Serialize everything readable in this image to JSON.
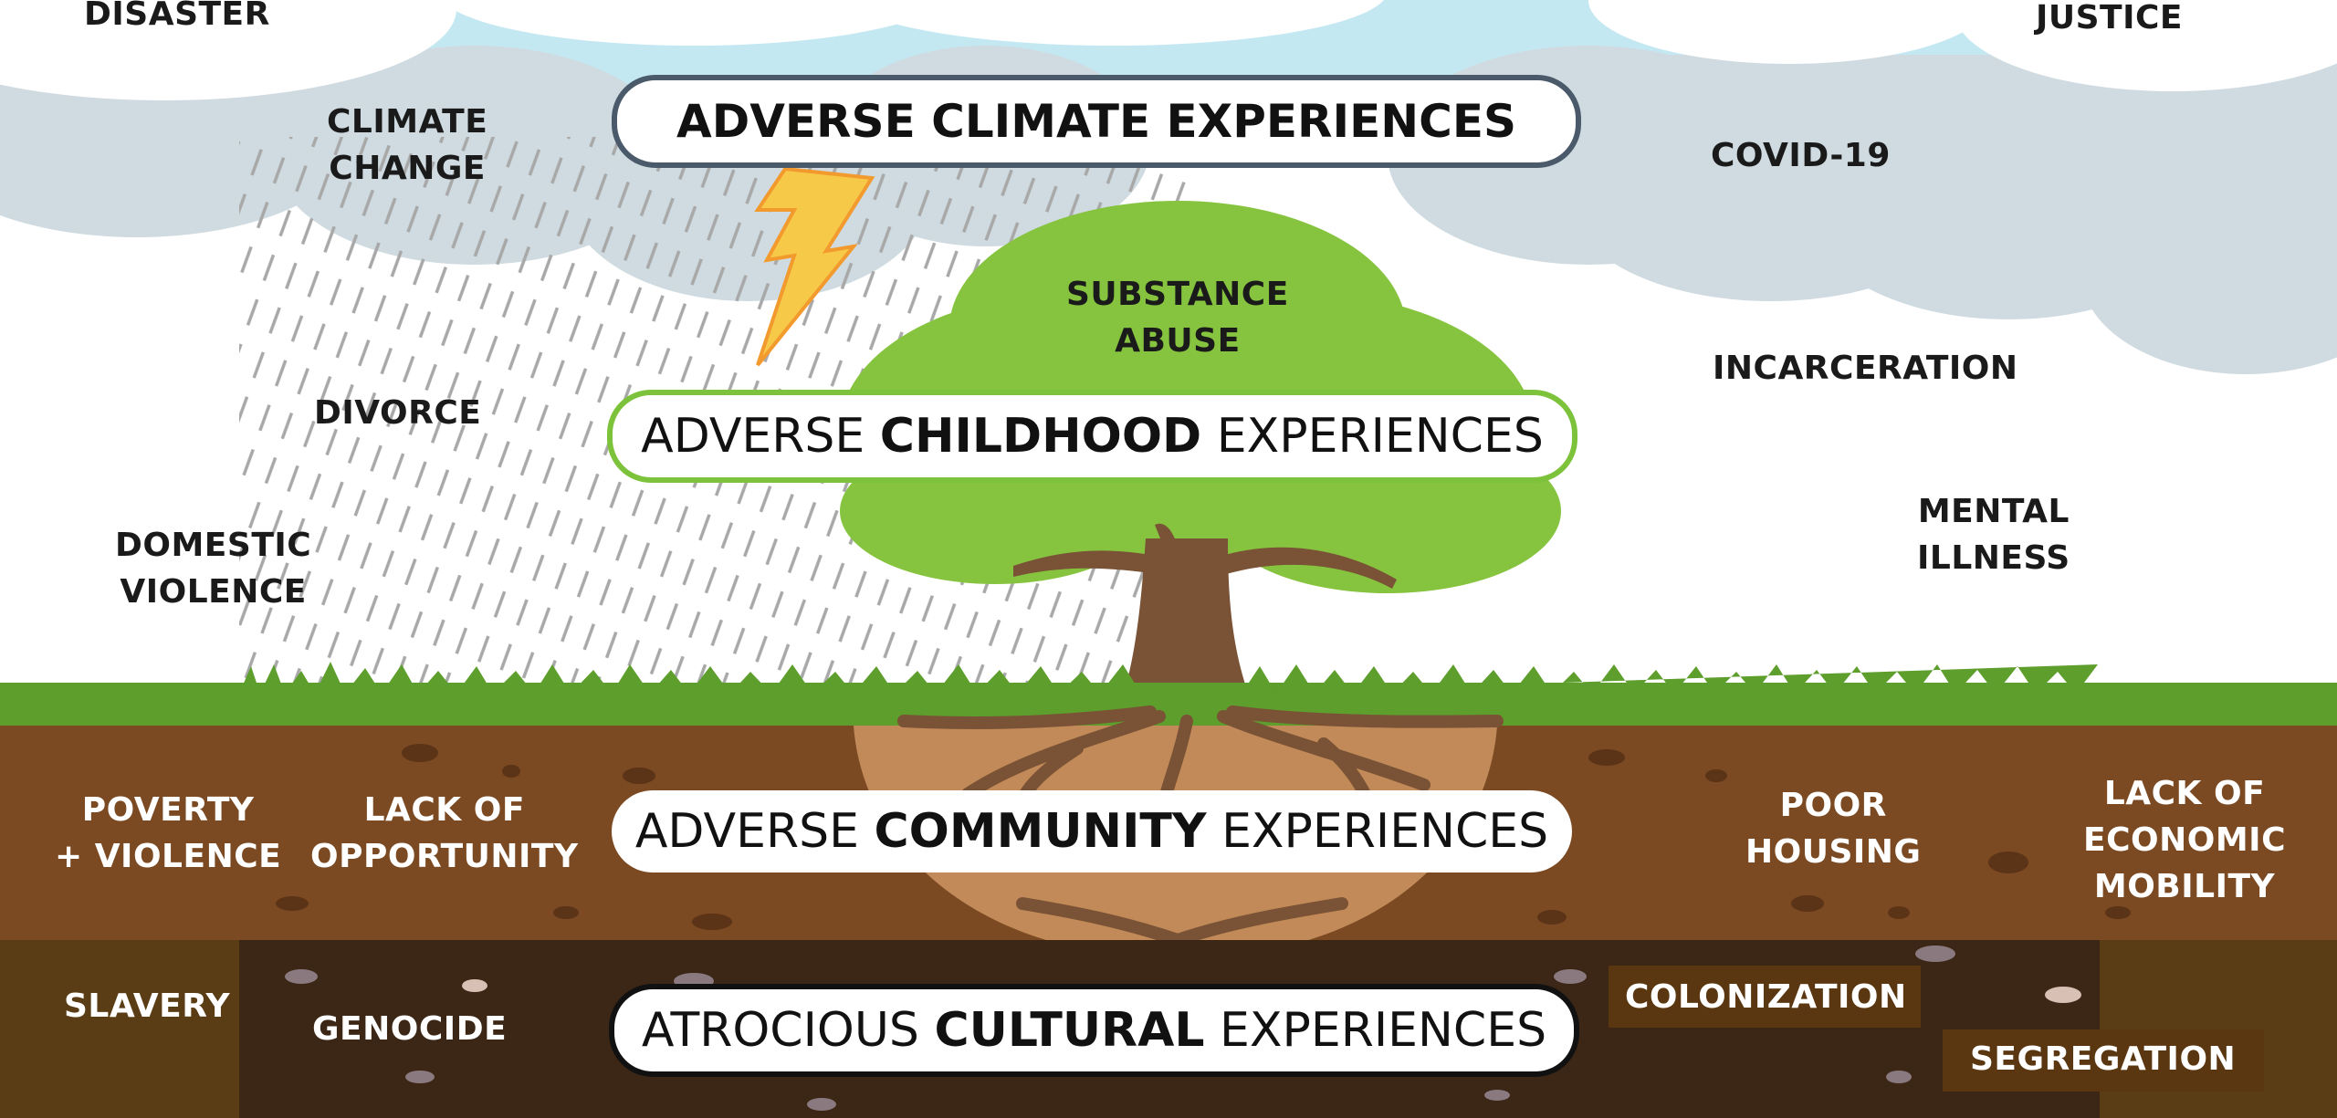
{
  "top_cut": {
    "disaster": "DISASTER",
    "justice": "JUSTICE"
  },
  "sky": {
    "climate_change": [
      "CLIMATE",
      "CHANGE"
    ],
    "covid": "COVID-19",
    "incarceration": "INCARCERATION",
    "mental_illness": [
      "MENTAL",
      "ILLNESS"
    ]
  },
  "rain": {
    "divorce": "DIVORCE",
    "domestic_violence": [
      "DOMESTIC",
      "VIOLENCE"
    ]
  },
  "tree": {
    "substance_abuse": [
      "SUBSTANCE",
      "ABUSE"
    ]
  },
  "banners": {
    "climate": {
      "text": "ADVERSE CLIMATE EXPERIENCES"
    },
    "childhood": {
      "pre": "ADVERSE ",
      "bold": "CHILDHOOD",
      "post": " EXPERIENCES"
    },
    "community": {
      "pre": "ADVERSE ",
      "bold": "COMMUNITY",
      "post": " EXPERIENCES"
    },
    "cultural": {
      "pre": "ATROCIOUS ",
      "bold": "CULTURAL",
      "post": " EXPERIENCES"
    }
  },
  "soil": {
    "poverty_violence": [
      "POVERTY",
      "+ VIOLENCE"
    ],
    "lack_of_opportunity": [
      "LACK OF",
      "OPPORTUNITY"
    ],
    "poor_housing": [
      "POOR",
      "HOUSING"
    ],
    "lack_of_economic_mobility": [
      "LACK OF",
      "ECONOMIC",
      "MOBILITY"
    ]
  },
  "bedrock": {
    "slavery": "SLAVERY",
    "genocide": "GENOCIDE",
    "colonization": "COLONIZATION",
    "segregation": "SEGREGATION"
  },
  "colors": {
    "climate_border": "#4a5a6a",
    "childhood_border": "#7cc23a",
    "grass": "#5d9e2c",
    "soil": "#7b4a22",
    "bedrock": "#3c2716",
    "cloud": "#cfdbe0",
    "sky_blue": "#c4e8f2"
  }
}
